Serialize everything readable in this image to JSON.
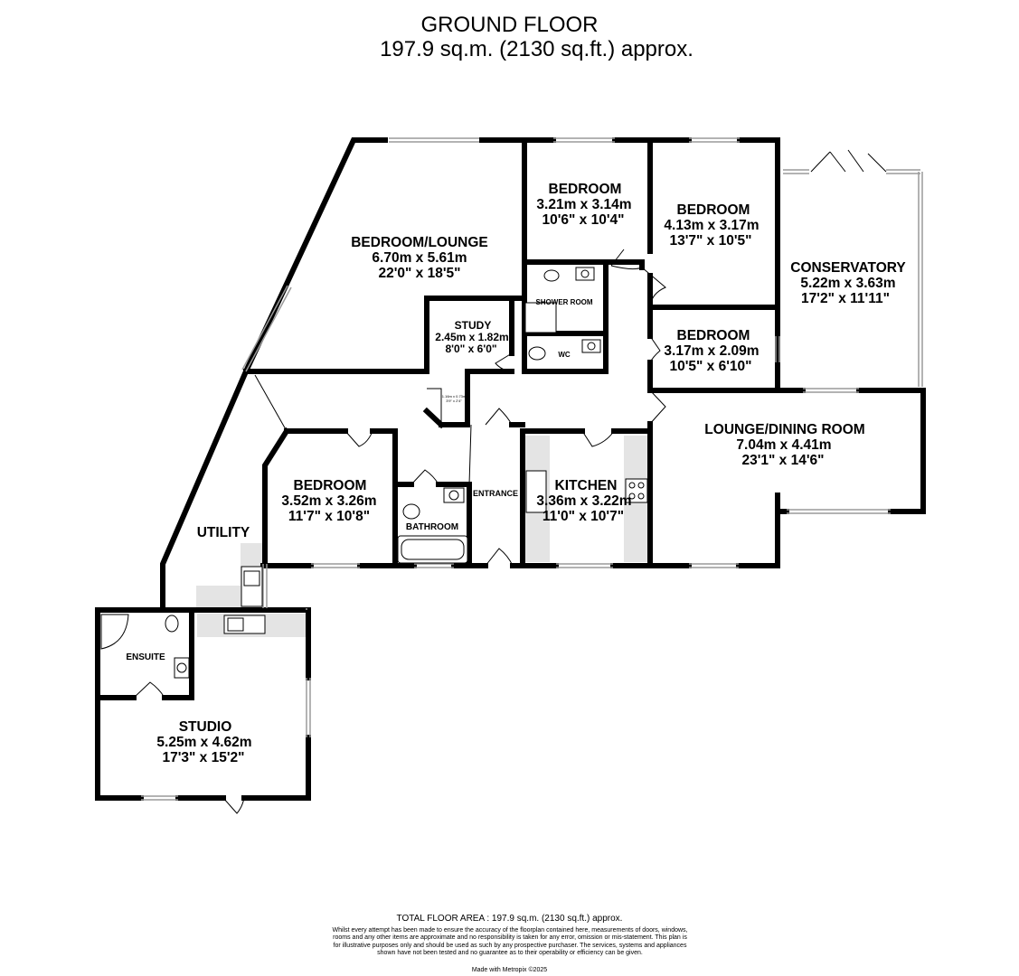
{
  "header": {
    "floor_label": "GROUND FLOOR",
    "area_label": "197.9 sq.m. (2130 sq.ft.) approx."
  },
  "rooms": [
    {
      "name": "BEDROOM/LOUNGE",
      "metric": "6.70m  x 5.61m",
      "imperial": "22'0\"  x 18'5\""
    },
    {
      "name": "BEDROOM",
      "metric": "3.21m  x 3.14m",
      "imperial": "10'6\"  x 10'4\""
    },
    {
      "name": "BEDROOM",
      "metric": "4.13m  x 3.17m",
      "imperial": "13'7\"  x 10'5\""
    },
    {
      "name": "CONSERVATORY",
      "metric": "5.22m  x 3.63m",
      "imperial": "17'2\"  x 11'11\""
    },
    {
      "name": "BEDROOM",
      "metric": "3.17m  x 2.09m",
      "imperial": "10'5\"  x 6'10\""
    },
    {
      "name": "STUDY",
      "metric": "2.45m  x 1.82m",
      "imperial": "8'0\"  x 6'0\""
    },
    {
      "name": "LOUNGE/DINING ROOM",
      "metric": "7.04m  x 4.41m",
      "imperial": "23'1\"  x 14'6\""
    },
    {
      "name": "BEDROOM",
      "metric": "3.52m  x 3.26m",
      "imperial": "11'7\"  x 10'8\""
    },
    {
      "name": "KITCHEN",
      "metric": "3.36m  x 3.22m",
      "imperial": "11'0\"  x 10'7\""
    },
    {
      "name": "STUDIO",
      "metric": "5.25m  x 4.62m",
      "imperial": "17'3\"  x 15'2\""
    }
  ],
  "small_labels": {
    "shower_room": "SHOWER ROOM",
    "wc": "WC",
    "entrance": "ENTRANCE",
    "bathroom": "BATHROOM",
    "ensuite": "ENSUITE",
    "utility": "UTILITY",
    "cupboard_metric": "1.16m x 0.73m",
    "cupboard_imperial": "3'9\" x 2'4\""
  },
  "footer": {
    "total_area": "TOTAL FLOOR AREA : 197.9 sq.m. (2130 sq.ft.) approx.",
    "disclaimer": "Whilst every attempt has been made to ensure the accuracy of the floorplan contained here, measurements of doors, windows, rooms and any other items are approximate and no responsibility is taken for any error, omission or mis-statement. This plan is for illustrative purposes only and should be used as such by any prospective purchaser. The services, systems and appliances shown have not been tested and no guarantee as to their operability or efficiency can be given.",
    "credit": "Made with Metropix ©2025"
  },
  "colors": {
    "wall": "#000000",
    "shading": "#e4e4e4",
    "window": "#9a9a9a",
    "background": "#ffffff"
  }
}
